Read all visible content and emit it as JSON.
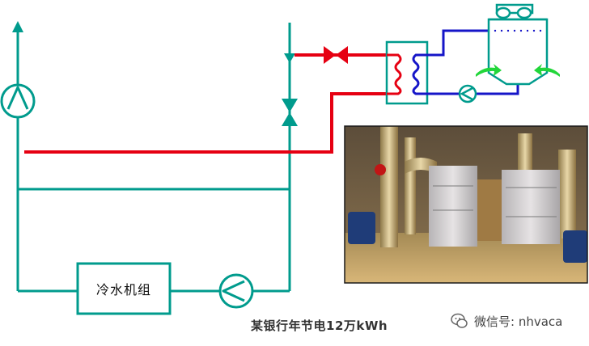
{
  "diagram": {
    "chiller_label": "冷水机组",
    "caption": "某银行年节电12万kWh",
    "watermark_text": "微信号: nhvaca"
  },
  "colors": {
    "chilled_water_pipe": "#009b8d",
    "cooling_water_pipe": "#e60012",
    "tower_loop_pipe": "#1515c8",
    "photo_frame": "#1a1a1a"
  },
  "icons": [
    "pump-icon",
    "valve-icon",
    "heat-exchanger-icon",
    "cooling-tower-icon",
    "fan-icon",
    "wechat-icon"
  ]
}
